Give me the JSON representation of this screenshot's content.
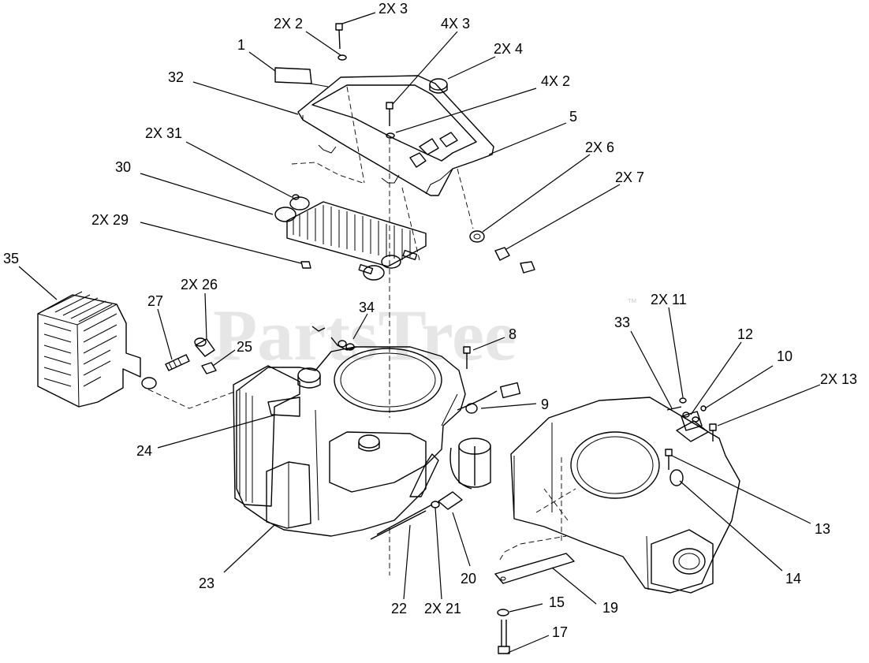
{
  "watermark": {
    "text": "PartsTree",
    "trademark": "™"
  },
  "callouts": [
    {
      "id": "c1",
      "label": "1"
    },
    {
      "id": "c2x2",
      "label": "2X 2"
    },
    {
      "id": "c2x3",
      "label": "2X 3"
    },
    {
      "id": "c4x3",
      "label": "4X 3"
    },
    {
      "id": "c2x4",
      "label": "2X 4"
    },
    {
      "id": "c32",
      "label": "32"
    },
    {
      "id": "c4x2",
      "label": "4X 2"
    },
    {
      "id": "c5",
      "label": "5"
    },
    {
      "id": "c2x31",
      "label": "2X 31"
    },
    {
      "id": "c2x6",
      "label": "2X 6"
    },
    {
      "id": "c30",
      "label": "30"
    },
    {
      "id": "c2x7",
      "label": "2X 7"
    },
    {
      "id": "c2x29",
      "label": "2X 29"
    },
    {
      "id": "c35",
      "label": "35"
    },
    {
      "id": "c2x26",
      "label": "2X 26"
    },
    {
      "id": "c27",
      "label": "27"
    },
    {
      "id": "c34",
      "label": "34"
    },
    {
      "id": "c2x11",
      "label": "2X 11"
    },
    {
      "id": "c25",
      "label": "25"
    },
    {
      "id": "c33",
      "label": "33"
    },
    {
      "id": "c8",
      "label": "8"
    },
    {
      "id": "c12",
      "label": "12"
    },
    {
      "id": "c10",
      "label": "10"
    },
    {
      "id": "c2x13",
      "label": "2X 13"
    },
    {
      "id": "c9",
      "label": "9"
    },
    {
      "id": "c24",
      "label": "24"
    },
    {
      "id": "c13",
      "label": "13"
    },
    {
      "id": "c23",
      "label": "23"
    },
    {
      "id": "c20",
      "label": "20"
    },
    {
      "id": "c14",
      "label": "14"
    },
    {
      "id": "c15",
      "label": "15"
    },
    {
      "id": "c19",
      "label": "19"
    },
    {
      "id": "c22",
      "label": "22"
    },
    {
      "id": "c2x21",
      "label": "2X 21"
    },
    {
      "id": "c17",
      "label": "17"
    }
  ]
}
